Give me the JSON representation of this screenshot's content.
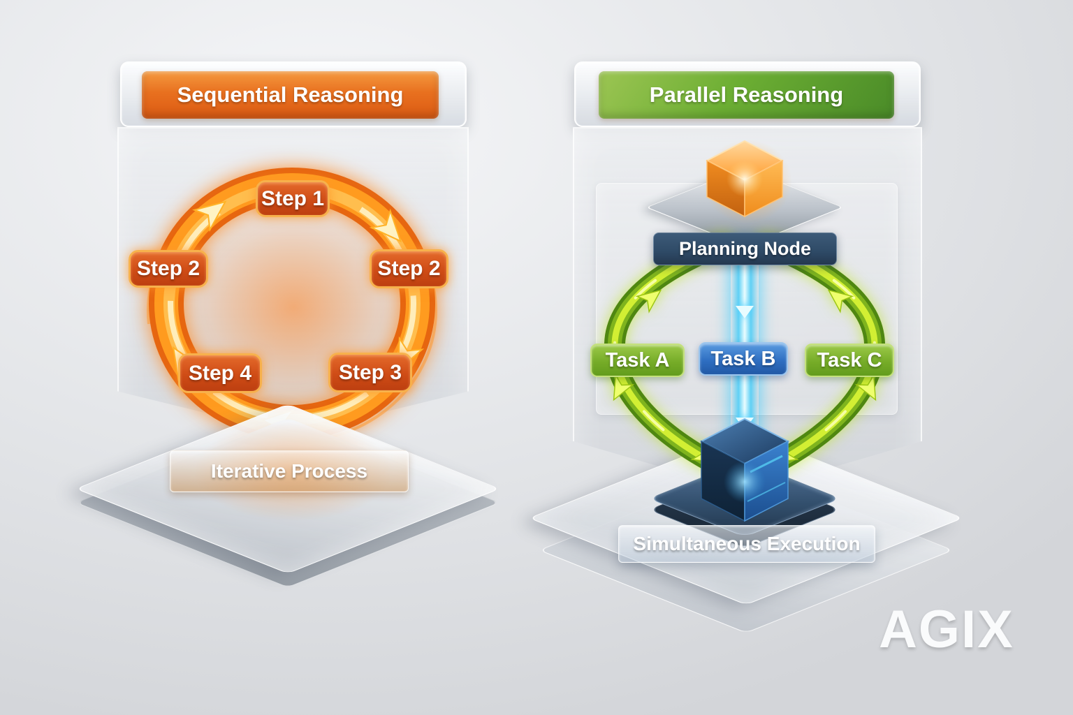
{
  "brand": {
    "logo": "AGIX"
  },
  "colors": {
    "sequential_accent": "#E8701F",
    "parallel_accent": "#6CAE33",
    "ring_orange": "#FF8A1E",
    "planning_node_bg": "#2E4A66",
    "task_green": "#76AC28",
    "task_blue": "#2F6FC2",
    "beam_cyan": "#5FD0F5",
    "cube_top_orange": "#FFA93C",
    "cube_bottom_blue": "#2F74C0"
  },
  "left_panel": {
    "title": "Sequential Reasoning",
    "caption": "Iterative Process",
    "diagram": "clockwise glowing orange cycle ring with arrows",
    "steps": [
      {
        "label": "Step 1",
        "position": "top"
      },
      {
        "label": "Step 2",
        "position": "left"
      },
      {
        "label": "Step 2",
        "position": "right"
      },
      {
        "label": "Step 4",
        "position": "bottom-left"
      },
      {
        "label": "Step 3",
        "position": "bottom-right"
      }
    ]
  },
  "right_panel": {
    "title": "Parallel Reasoning",
    "planning_node_label": "Planning Node",
    "tasks": [
      {
        "label": "Task A",
        "color": "green"
      },
      {
        "label": "Task B",
        "color": "blue"
      },
      {
        "label": "Task C",
        "color": "green"
      }
    ],
    "caption": "Simultaneous Execution",
    "diagram": "orange planning cube branching through green pipes and cyan beam into blue execution cube"
  }
}
